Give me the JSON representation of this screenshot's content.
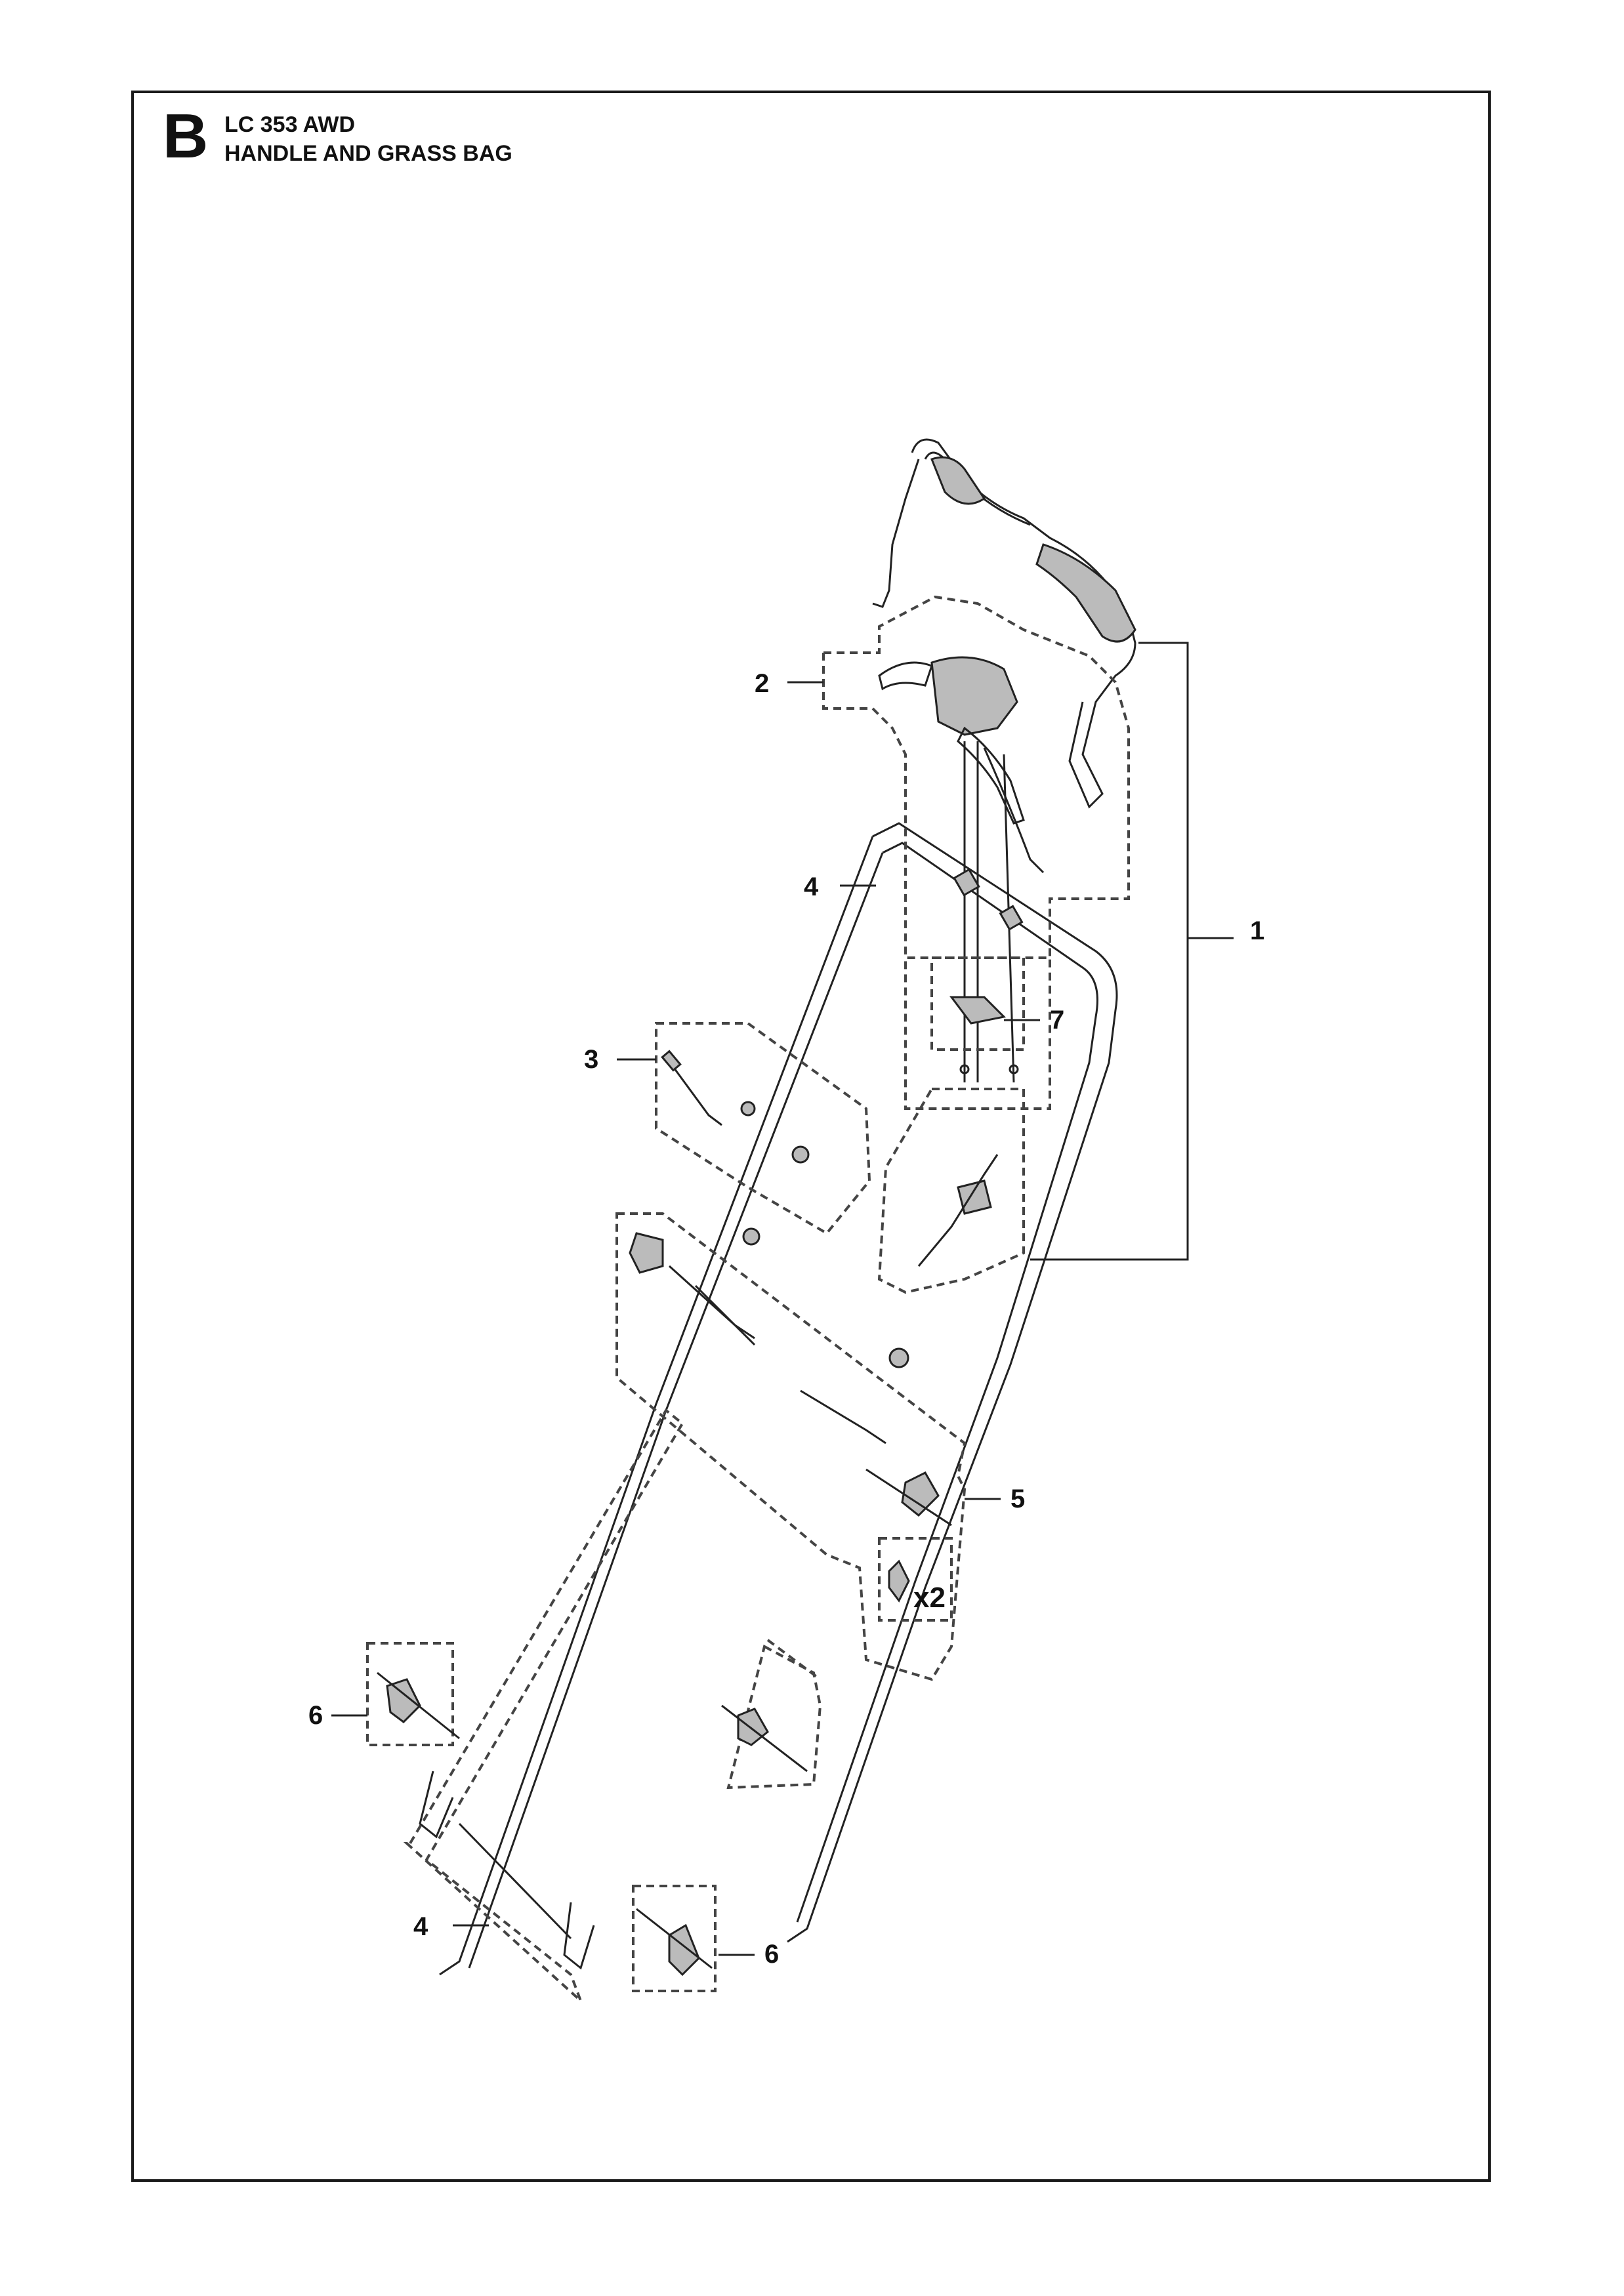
{
  "header": {
    "section_letter": "B",
    "model": "LC 353 AWD",
    "subtitle": "HANDLE AND GRASS BAG"
  },
  "callouts": {
    "c1": "1",
    "c2": "2",
    "c3": "3",
    "c4_top": "4",
    "c4_bottom": "4",
    "c5": "5",
    "c6_left": "6",
    "c6_right": "6",
    "c7": "7",
    "quantity_x2": "x2"
  }
}
